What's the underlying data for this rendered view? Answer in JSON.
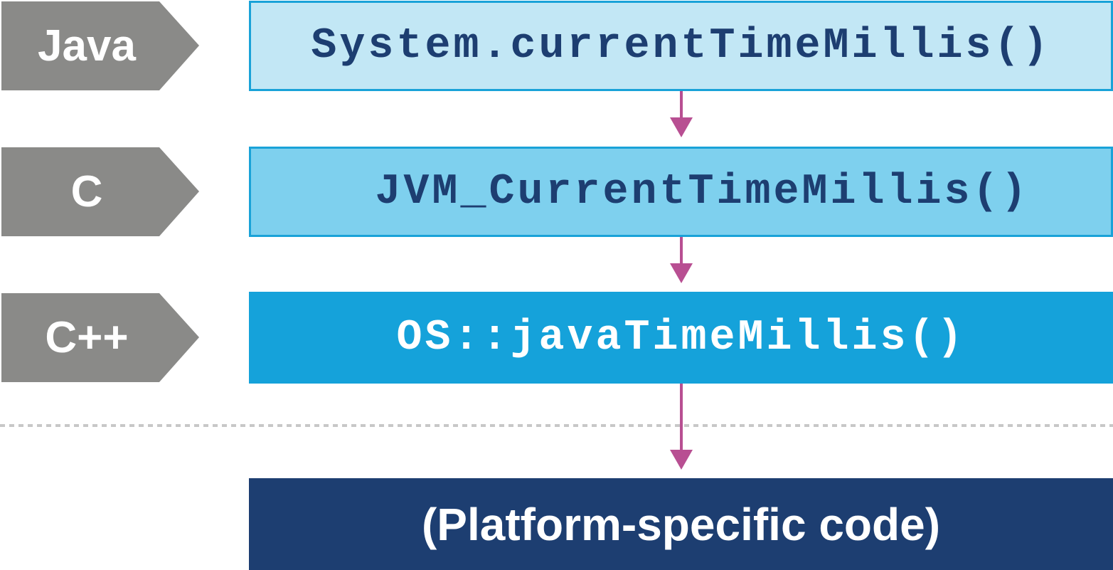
{
  "layers": [
    {
      "language": "Java",
      "call": "System.currentTimeMillis()"
    },
    {
      "language": "C",
      "call": "JVM_CurrentTimeMillis()"
    },
    {
      "language": "C++",
      "call": "OS::javaTimeMillis()"
    }
  ],
  "platform": {
    "label": "(Platform-specific code)"
  },
  "colors": {
    "tag_gray": "#8a8a88",
    "java_box": "#c2e7f5",
    "c_box": "#7ed0ee",
    "cpp_box": "#15a2da",
    "platform_box": "#1d3e71",
    "box_border": "#19a2d8",
    "arrow": "#b84f92",
    "divider": "#c8c8c8"
  }
}
